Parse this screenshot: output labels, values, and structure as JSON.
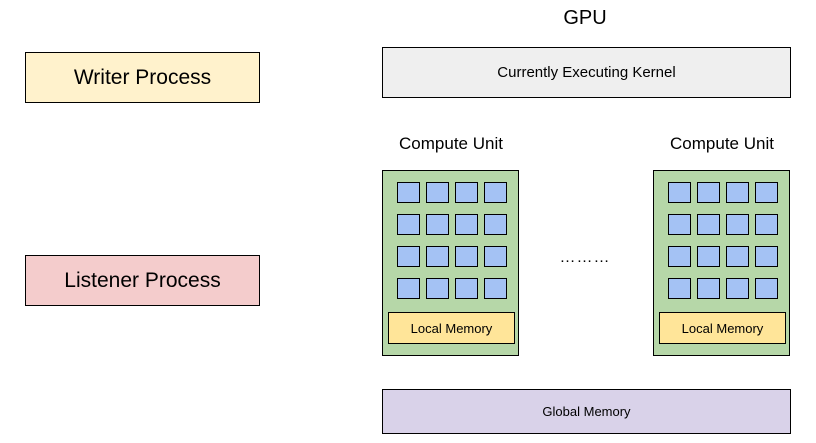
{
  "writer_process": {
    "label": "Writer Process"
  },
  "listener_process": {
    "label": "Listener Process"
  },
  "gpu": {
    "title": "GPU",
    "kernel_label": "Currently Executing Kernel",
    "compute_units": [
      {
        "title": "Compute Unit",
        "local_memory_label": "Local Memory",
        "grid_rows": 4,
        "grid_cols": 4
      },
      {
        "title": "Compute Unit",
        "local_memory_label": "Local Memory",
        "grid_rows": 4,
        "grid_cols": 4
      }
    ],
    "ellipsis": "………",
    "global_memory_label": "Global Memory"
  },
  "colors": {
    "writer": "#fff2cc",
    "listener": "#f4cccc",
    "kernel": "#efefef",
    "compute_unit": "#b6d7a8",
    "processing_element": "#a4c2f4",
    "local_memory": "#ffe599",
    "global_memory": "#d9d2e9"
  }
}
